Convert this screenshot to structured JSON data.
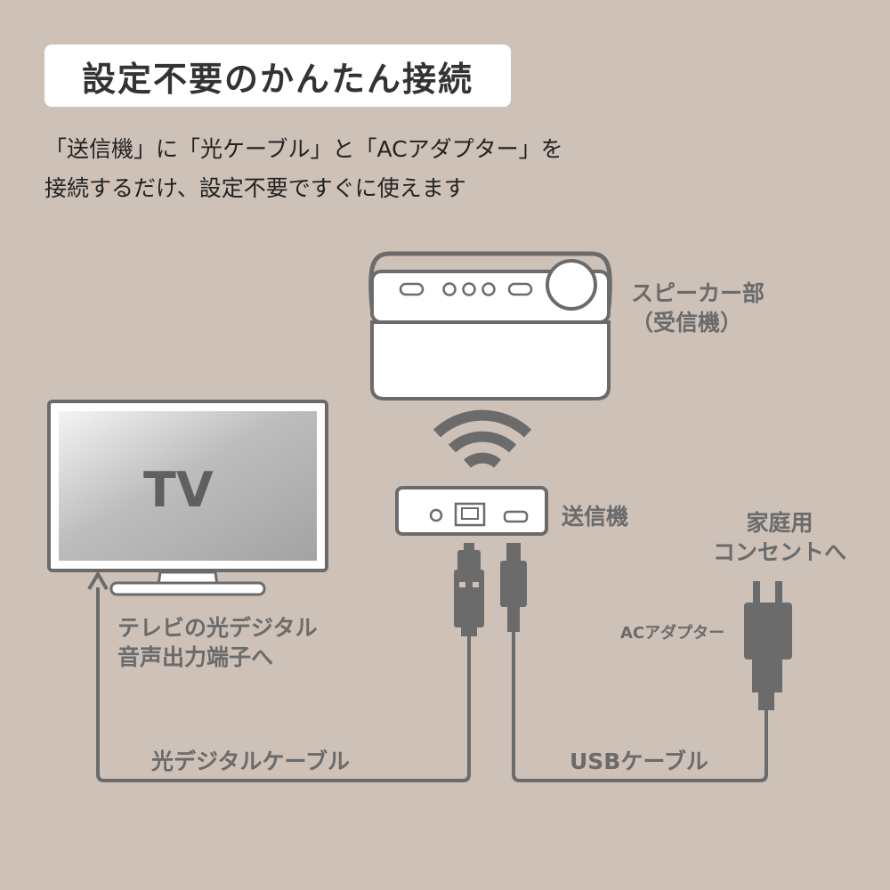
{
  "title": "設定不要のかんたん接続",
  "description": {
    "line1": "「送信機」に「光ケーブル」と「ACアダプター」を",
    "line2": "接続するだけ、設定不要ですぐに使えます"
  },
  "labels": {
    "tv": "TV",
    "speaker_line1": "スピーカー部",
    "speaker_line2": "（受信機）",
    "transmitter": "送信機",
    "outlet_line1": "家庭用",
    "outlet_line2": "コンセントへ",
    "ac_adapter": "ACアダプター",
    "tv_port_line1": "テレビの光デジタル",
    "tv_port_line2": "音声出力端子へ",
    "optical_cable": "光デジタルケーブル",
    "usb_cable": "USBケーブル"
  },
  "colors": {
    "background": "#cdc1b8",
    "line": "#6b6b6b",
    "device_fill": "#ffffff"
  }
}
